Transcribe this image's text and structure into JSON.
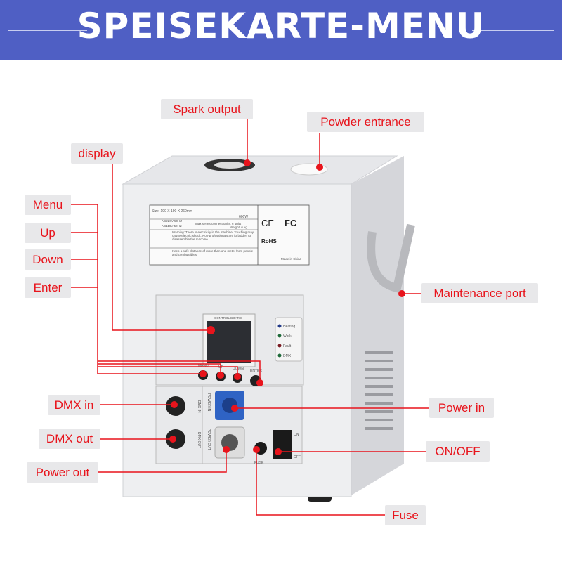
{
  "banner": {
    "title": "SPEISEKARTE-MENU",
    "color": "#4f5fc4"
  },
  "accent_color": "#e8141c",
  "callouts": {
    "spark_output": "Spark output",
    "powder_entrance": "Powder entrance",
    "display": "display",
    "menu": "Menu",
    "up": "Up",
    "down": "Down",
    "enter": "Enter",
    "maintenance_port": "Maintenance port",
    "dmx_in": "DMX in",
    "power_in": "Power in",
    "dmx_out": "DMX out",
    "on_off": "ON/OFF",
    "power_out": "Power out",
    "fuse": "Fuse"
  },
  "device_label": {
    "size": "Size: 190 X 190 X 260mm",
    "power": "600W",
    "voltage_1": "AC220V 50HZ",
    "voltage_2": "AC110V 50HZ",
    "series": "Max series connect units: 6 units",
    "weight": "Weight: 6 kg",
    "warning": "Warning: There is electricity in the machine. Touching may cause electric shock. Non-professionals are forbidden to disassemble the machine",
    "distance": "Keep a safe distance of more than one meter from people and combustibles",
    "made_in": "Made in China",
    "ce": "CE",
    "fc": "FC",
    "rohs": "RoHS"
  },
  "panel": {
    "control_board": "CONTROL BOARD",
    "indicators": [
      "Heating",
      "Work",
      "Fault",
      "DMX"
    ],
    "buttons": [
      "MENU",
      "UP",
      "DOWN",
      "ENTER"
    ],
    "dmx_in": "DMX IN",
    "dmx_out": "DMX OUT",
    "power_in": "POWER IN",
    "power_out": "POWER OUT",
    "fuse": "FUSE",
    "on": "ON",
    "off": "OFF"
  }
}
